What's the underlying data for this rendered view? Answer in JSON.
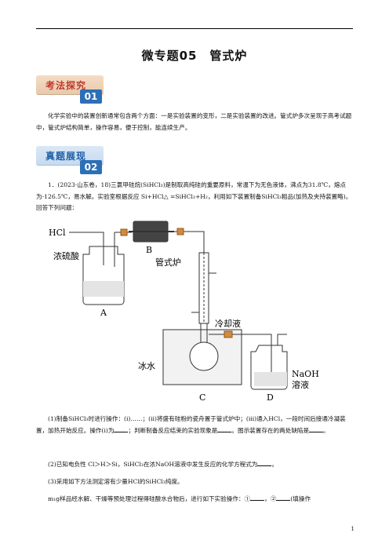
{
  "title": "微专题05　管式炉",
  "section1": {
    "tag": "考法探究",
    "num": "01"
  },
  "intro": "化学实验中的装置创新通常包含两个方面：一是实验装置的变形，二是实验装置的改进。管式炉多次呈现于高考试题中，管式炉结构简单，操作容易，便于控制，能连续生产。",
  "section2": {
    "tag": "真题展现",
    "num": "02"
  },
  "problem": "1．(2023·山东卷，18)三氯甲硅烷(SiHCl₃)是制取高纯硅的重要原料，常温下为无色液体，沸点为31.8℃，熔点为-126.5℃，易水解。实验室根据反应 Si+HCl△ =SiHCl₃+H₂，利用如下装置制备SiHCl₃粗品(加热及夹持装置略)。回答下列问题：",
  "diagram": {
    "hcl": "HCl",
    "h2so4": "浓硫酸",
    "label_a": "A",
    "label_b": "B",
    "furnace": "管式炉",
    "coolant": "冷却液",
    "icewater": "冰水",
    "naoh1": "NaOH",
    "naoh2": "溶液",
    "label_c": "C",
    "label_d": "D"
  },
  "q1_a": "(1)制备SiHCl₃时进行操作：(ⅰ)……；(ⅱ)将盛有硅粉的瓷舟置于管式炉中；(ⅲ)通入HCl，一段时间后接通冷凝装置，加热开始反应。操作(ⅰ)为",
  "q1_b": "；判断制备反应结束的实验现象是",
  "q1_c": "。图示装置存在的两处缺陷是",
  "q1_d": "。",
  "q2_a": "(2)已知电负性 Cl＞H＞Si，SiHCl₃在浓NaOH溶液中发生反应的化学方程式为",
  "q2_b": "。",
  "q3": "(3)采用如下方法测定溶有少量HCl的SiHCl₃纯度。",
  "q4_a": "m₁g样品经水解、干燥等预处理过程得硅酸水合物后，进行如下实验操作：①",
  "q4_b": "，②",
  "q4_c": "(填操作",
  "page": "1"
}
